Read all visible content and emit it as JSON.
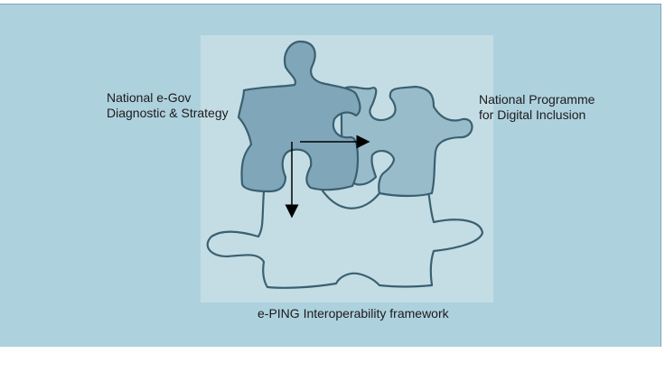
{
  "diagram": {
    "pieces": {
      "diagnostic": {
        "label": "National e-Gov\nDiagnostic & Strategy",
        "color": "#7fa7b9"
      },
      "inclusion": {
        "label": "National Programme\nfor Digital Inclusion",
        "color": "#99bccb"
      },
      "interoperability": {
        "label": "e-PING Interoperability framework",
        "color": "#c4dde5"
      }
    },
    "colors": {
      "background": "#aed1de",
      "panel": "#c4dde5",
      "outline": "#3a6070",
      "arrow": "#000000"
    }
  }
}
